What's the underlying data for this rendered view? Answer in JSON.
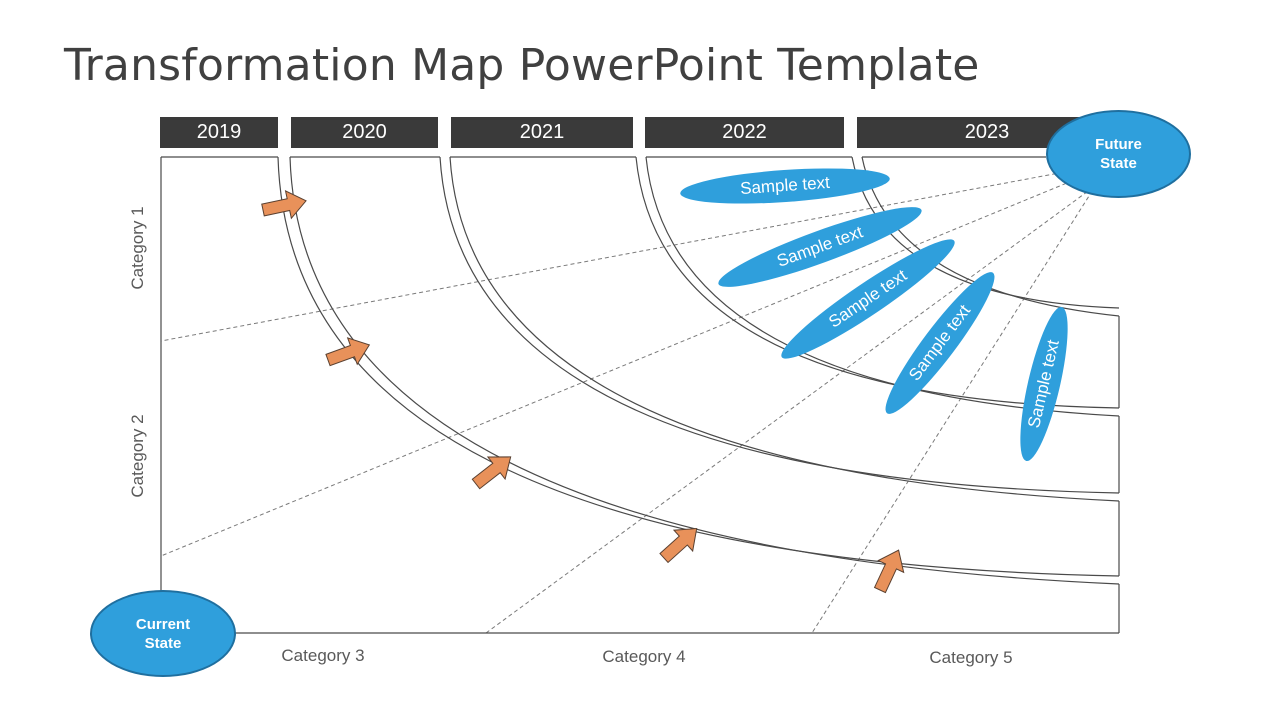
{
  "title": "Transformation Map PowerPoint Template",
  "years": [
    "2019",
    "2020",
    "2021",
    "2022",
    "2023"
  ],
  "categories_left": [
    "Category 1",
    "Category 2"
  ],
  "categories_bottom": [
    "Category 3",
    "Category 4",
    "Category 5"
  ],
  "current_state": {
    "line1": "Current",
    "line2": "State"
  },
  "future_state": {
    "line1": "Future",
    "line2": "State"
  },
  "milestones": [
    "Sample text",
    "Sample text",
    "Sample text",
    "Sample text",
    "Sample text"
  ],
  "colors": {
    "header_bar": "#3a3a3a",
    "accent_blue": "#2f9fdc",
    "arrow_orange": "#e8915a",
    "text_gray": "#595959"
  }
}
